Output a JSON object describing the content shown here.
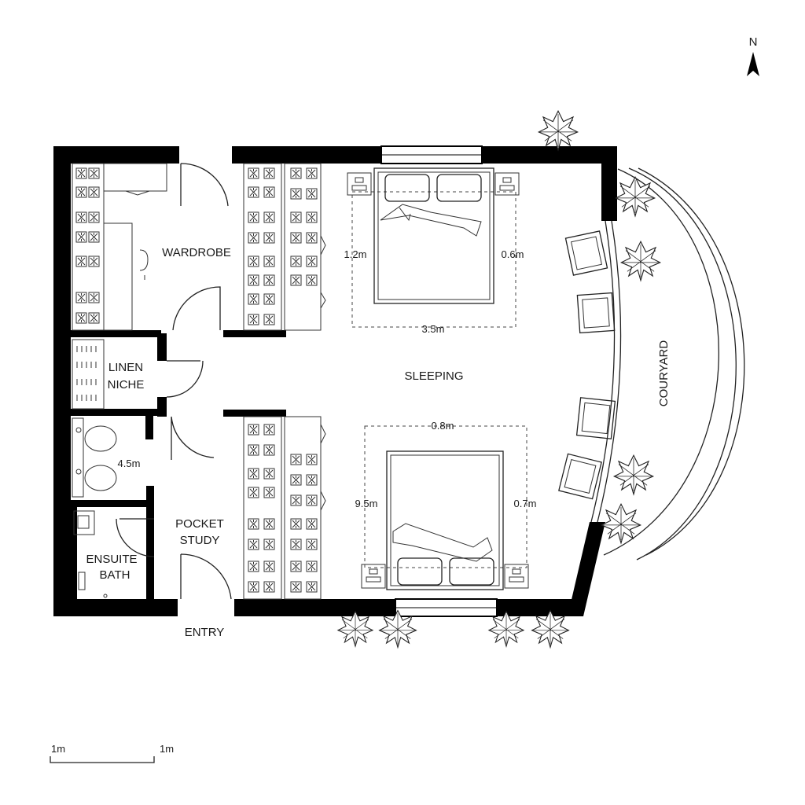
{
  "north": "N",
  "rooms": {
    "wardrobe": "WARDROBE",
    "linen_line1": "LINEN",
    "linen_line2": "NICHE",
    "sleeping": "SLEEPING",
    "pocket_line1": "POCKET",
    "pocket_line2": "STUDY",
    "ensuite_line1": "ENSUITE",
    "ensuite_line2": "BATH",
    "entry": "ENTRY",
    "courtyard": "COURYARD"
  },
  "dimensions": {
    "bed1_left": "1.2m",
    "bed1_right": "0.6m",
    "bed1_bottom": "3.5m",
    "bed2_top": "0.8m",
    "bed2_left": "9.5m",
    "bed2_right": "0.7m",
    "bath_width": "4.5m"
  },
  "scale_bar": {
    "left": "1m",
    "right": "1m"
  }
}
